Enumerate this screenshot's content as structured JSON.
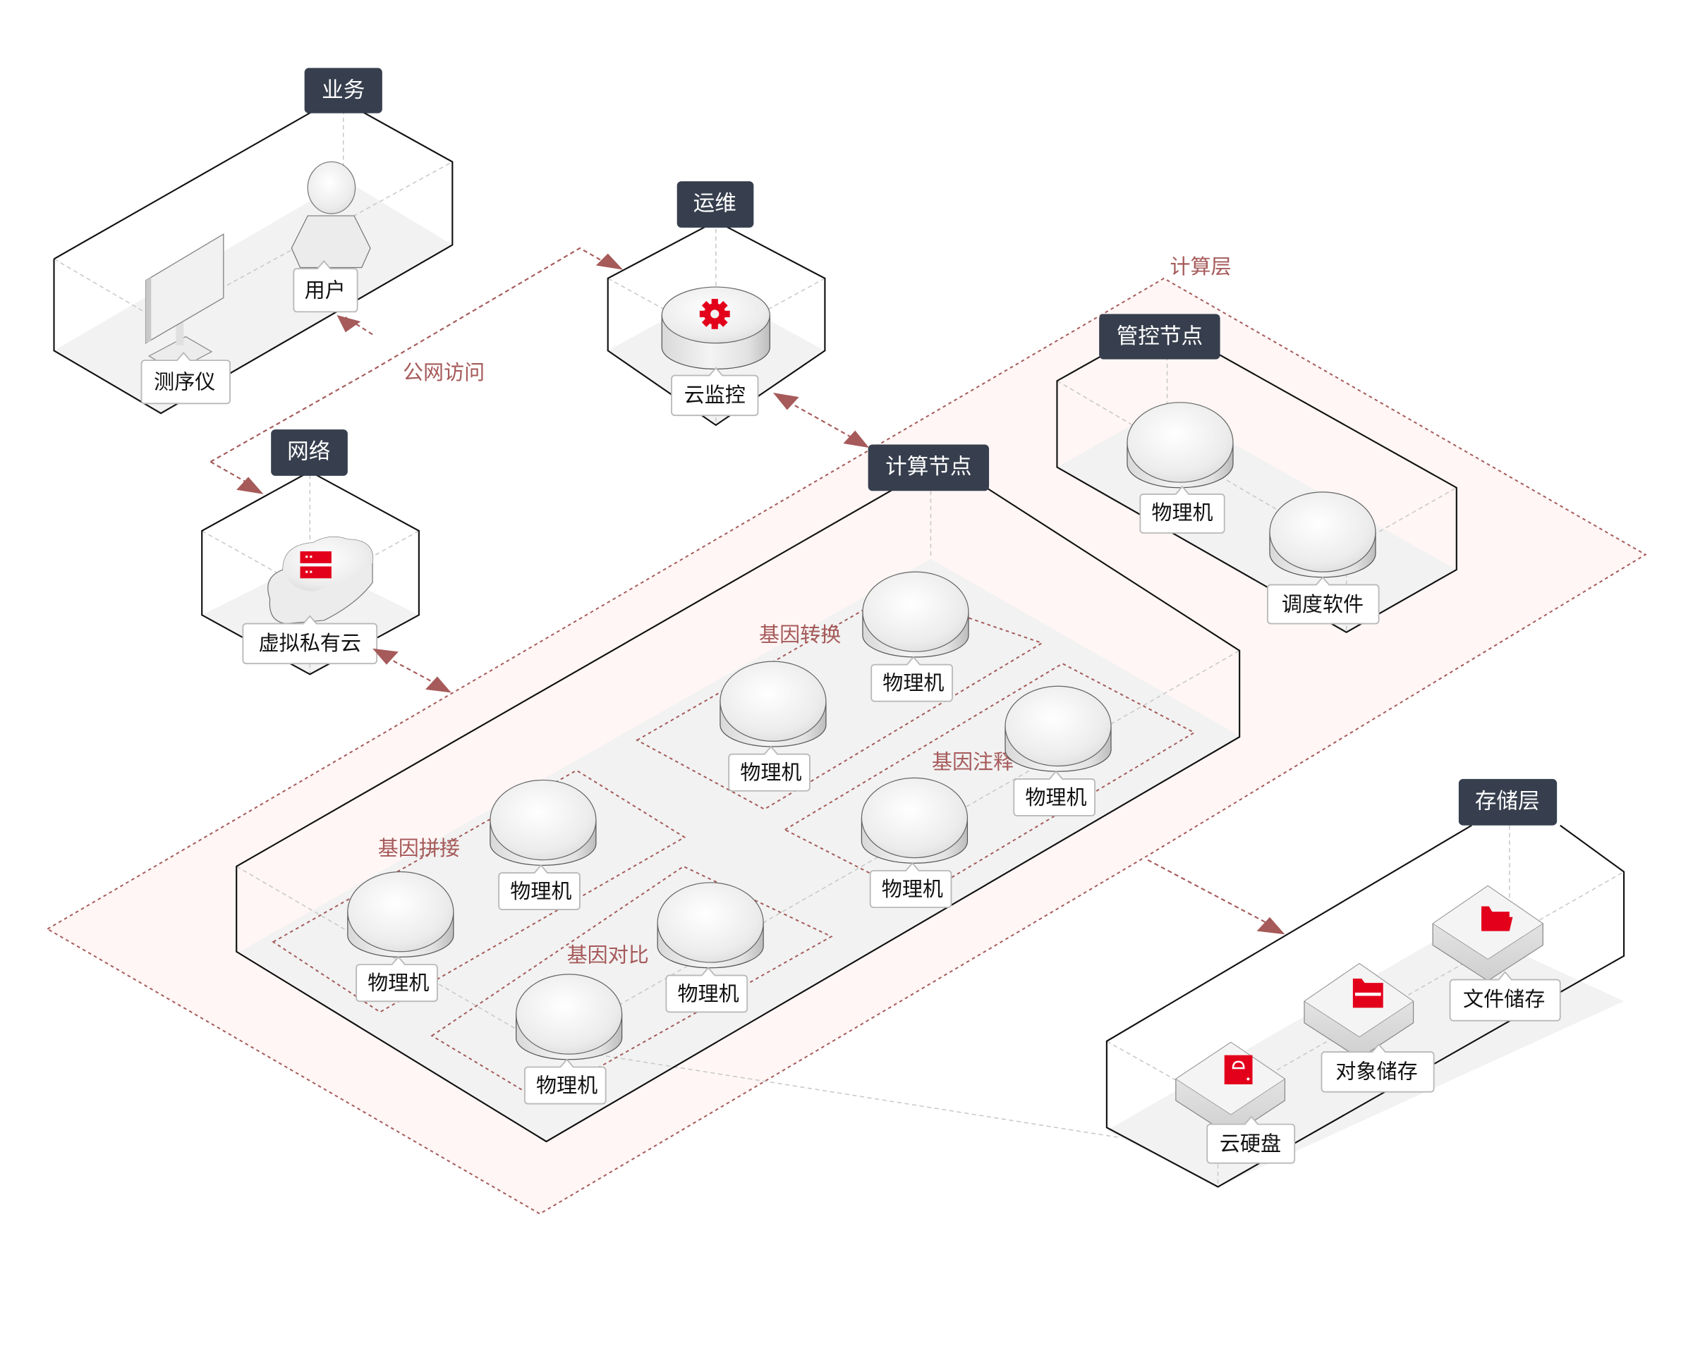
{
  "colors": {
    "header_bg": "#373f4e",
    "header_text": "#ffffff",
    "accent_red": "#e3001b",
    "flow_line": "#a65a5a",
    "zone_fill": "#fff6f5",
    "floor": "#f2f2f2"
  },
  "groups": {
    "business": {
      "title": "业务",
      "items": [
        {
          "label": "测序仪",
          "icon": "monitor-icon"
        },
        {
          "label": "用户",
          "icon": "user-icon"
        }
      ]
    },
    "ops": {
      "title": "运维",
      "items": [
        {
          "label": "云监控",
          "icon": "gear-icon"
        }
      ]
    },
    "network": {
      "title": "网络",
      "items": [
        {
          "label": "虚拟私有云",
          "icon": "server-cloud-icon"
        }
      ]
    },
    "control_node": {
      "title": "管控节点",
      "items": [
        {
          "label": "物理机",
          "icon": "server-cylinder-icon"
        },
        {
          "label": "调度软件",
          "icon": "server-cylinder-icon"
        }
      ]
    },
    "compute_node": {
      "title": "计算节点",
      "subgroups": [
        {
          "name": "基因转换",
          "items": [
            "物理机",
            "物理机"
          ]
        },
        {
          "name": "基因注释",
          "items": [
            "物理机",
            "物理机"
          ]
        },
        {
          "name": "基因拼接",
          "items": [
            "物理机",
            "物理机"
          ]
        },
        {
          "name": "基因对比",
          "items": [
            "物理机",
            "物理机"
          ]
        }
      ]
    },
    "storage": {
      "title": "存储层",
      "items": [
        {
          "label": "云硬盘",
          "icon": "cloud-disk-icon"
        },
        {
          "label": "对象储存",
          "icon": "folder-icon"
        },
        {
          "label": "文件储存",
          "icon": "open-folder-icon"
        }
      ]
    }
  },
  "zones": {
    "compute_layer": "计算层"
  },
  "connections": {
    "public_access": "公网访问"
  }
}
